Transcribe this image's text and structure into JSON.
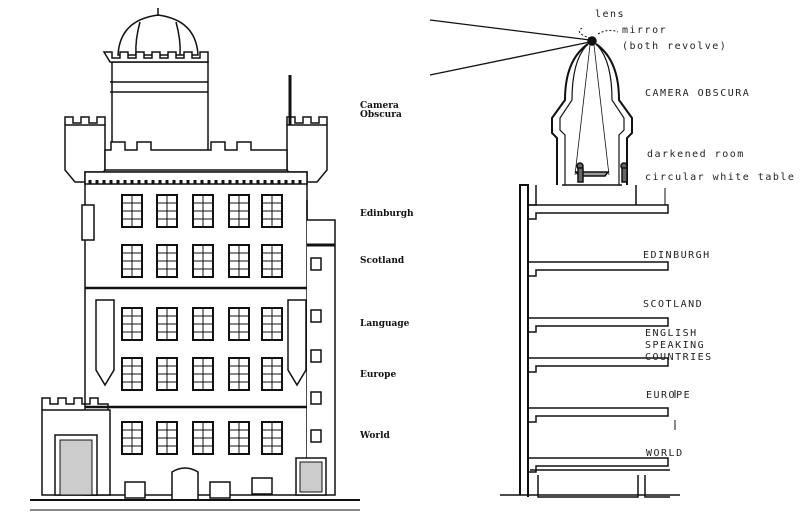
{
  "elevation_labels": {
    "camera_obscura_1": "Camera",
    "camera_obscura_2": "Obscura",
    "edinburgh": "Edinburgh",
    "scotland": "Scotland",
    "language": "Language",
    "europe": "Europe",
    "world": "World"
  },
  "section_labels": {
    "lens": "lens",
    "mirror": "mirror",
    "both_revolve": "(both revolve)",
    "camera_obscura": "CAMERA OBSCURA",
    "darkened_room": "darkened room",
    "circular_table": "circular white table",
    "edinburgh": "EDINBURGH",
    "scotland": "SCOTLAND",
    "english_1": "ENGLISH",
    "english_2": "SPEAKING",
    "english_3": "COUNTRIES",
    "europe": "EUROPE",
    "world": "WORLD"
  }
}
